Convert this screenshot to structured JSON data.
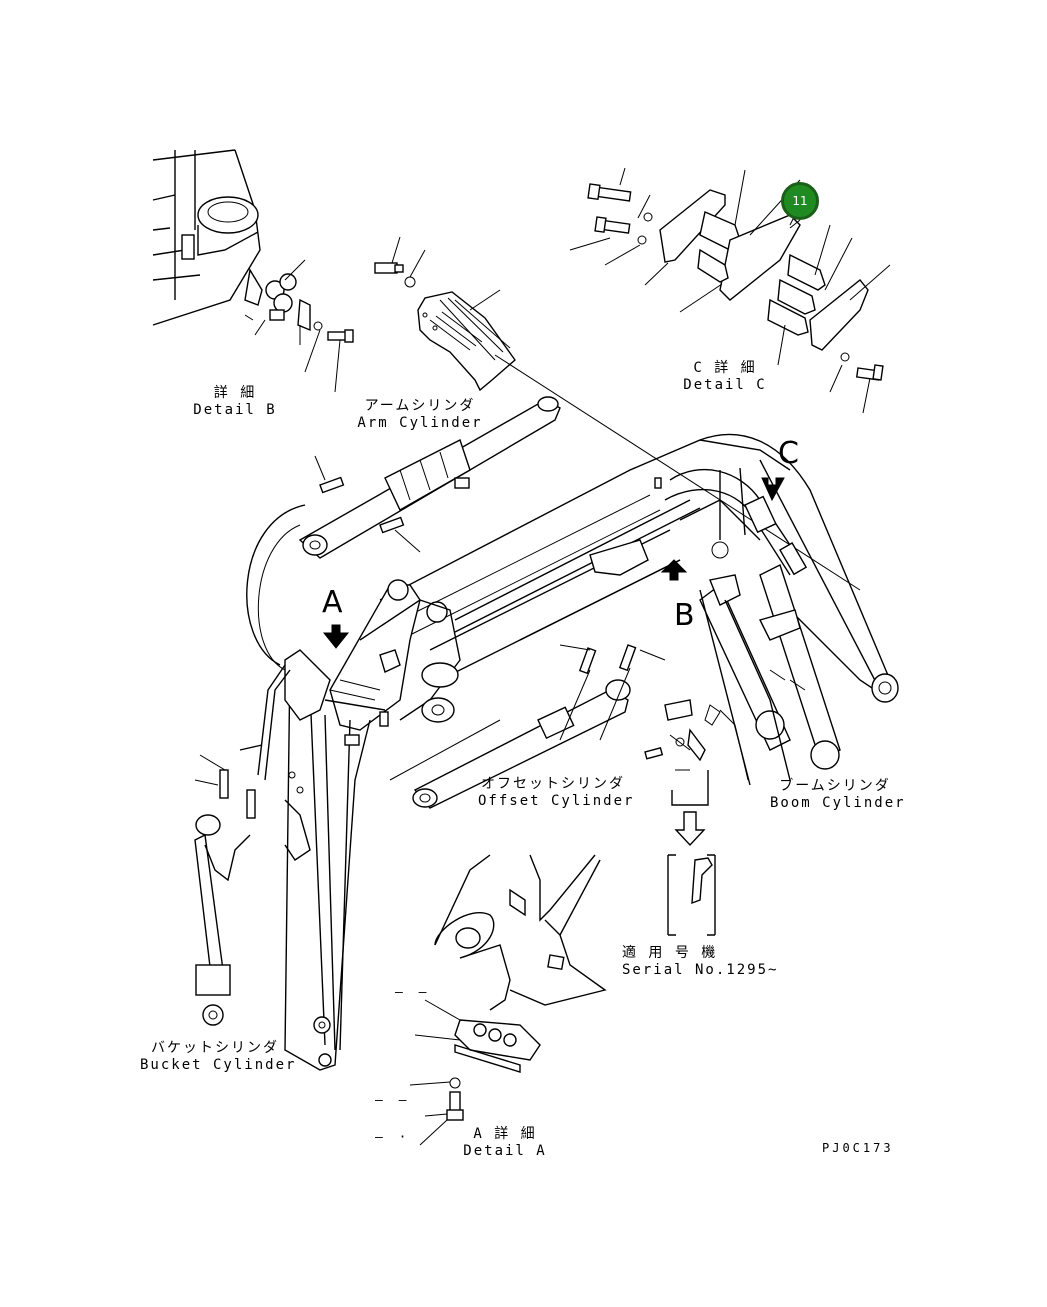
{
  "labels": {
    "detail_b_jp": "詳 細",
    "detail_b_en": "Detail B",
    "arm_cyl_jp": "アームシリンダ",
    "arm_cyl_en": "Arm Cylinder",
    "detail_c_jp": "C 詳 細",
    "detail_c_en": "Detail C",
    "offset_cyl_jp": "オフセットシリンダ",
    "offset_cyl_en": "Offset Cylinder",
    "boom_cyl_jp": "ブームシリンダ",
    "boom_cyl_en": "Boom Cylinder",
    "serial_jp": "適 用 号 機",
    "serial_en": "Serial No.1295~",
    "bucket_cyl_jp": "バケットシリンダ",
    "bucket_cyl_en": "Bucket Cylinder",
    "detail_a_jp": "A 詳 細",
    "detail_a_en": "Detail A",
    "drawing_code": "PJ0C173"
  },
  "view_letters": {
    "a": "A",
    "b": "B",
    "c": "C"
  },
  "callout": {
    "number": "11",
    "fill": "#1f8a1f",
    "border": "#1a5e1a"
  },
  "dashes": {
    "d1": "– –",
    "d2": "– –",
    "d3": "– ·"
  }
}
